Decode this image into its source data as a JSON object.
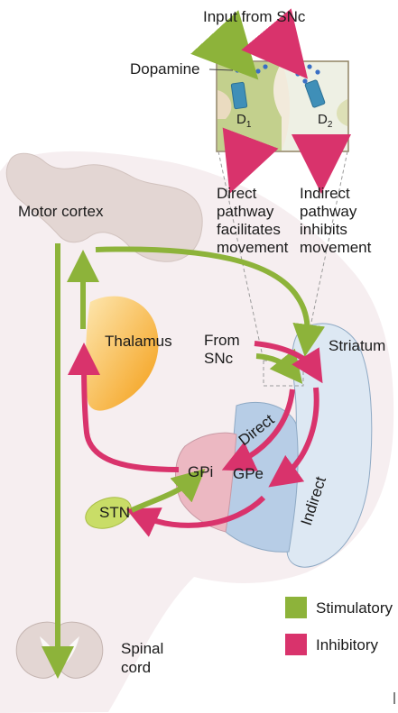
{
  "input_title": "Input from SNc",
  "dopamine_label": "Dopamine",
  "receptor_d1": {
    "main": "D",
    "sub": "1"
  },
  "receptor_d2": {
    "main": "D",
    "sub": "2"
  },
  "direct_caption": [
    "Direct",
    "pathway",
    "facilitates",
    "movement"
  ],
  "indirect_caption": [
    "Indirect",
    "pathway",
    "inhibits",
    "movement"
  ],
  "regions": {
    "motor_cortex": "Motor cortex",
    "thalamus": "Thalamus",
    "from_snc": [
      "From",
      "SNc"
    ],
    "striatum": "Striatum",
    "direct": "Direct",
    "indirect": "Indirect",
    "gpi": "GPi",
    "gpe": "GPe",
    "stn": "STN",
    "spinal_cord": [
      "Spinal",
      "cord"
    ]
  },
  "legend": [
    {
      "label": "Stimulatory",
      "color": "#8db33a"
    },
    {
      "label": "Inhibitory",
      "color": "#d9336c"
    }
  ],
  "colors": {
    "stimulatory": "#8db33a",
    "inhibitory": "#d9336c",
    "thalamus_top": "#fde3a2",
    "thalamus_bottom": "#f5a11c",
    "gpi": "#ecb8c2",
    "gpe": "#b7cde6",
    "striatum": "#dde8f3",
    "stn": "#c9dd67",
    "dopamine": "#3a6fc4",
    "receptor": "#3f8fb8"
  }
}
